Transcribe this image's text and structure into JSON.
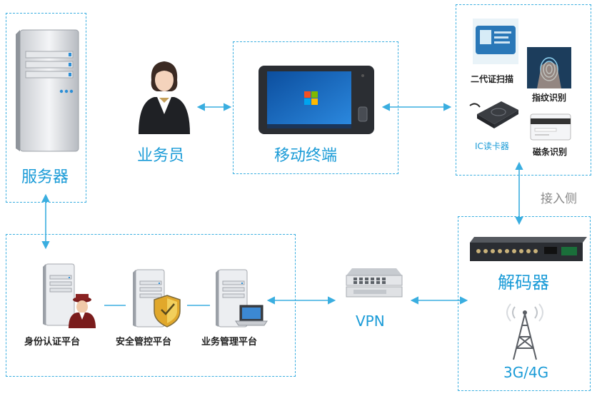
{
  "labels": {
    "server": "服务器",
    "staff": "业务员",
    "mobile_terminal": "移动终端",
    "id_scan": "二代证扫描",
    "fingerprint": "指纹识别",
    "ic_reader": "IC读卡器",
    "magstripe": "磁条识别",
    "access_side": "接入侧",
    "decoder": "解码器",
    "network": "3G/4G",
    "vpn": "VPN",
    "identity_platform": "身份认证平台",
    "security_platform": "安全管控平台",
    "business_platform": "业务管理平台"
  },
  "colors": {
    "accent": "#1a9bd7",
    "dashed_border": "#3aaee0",
    "grey_label": "#888888",
    "dark_label": "#222222"
  },
  "icons": [
    "server-icon",
    "staff-person-icon",
    "tablet-terminal-icon",
    "id-card-icon",
    "fingerprint-icon",
    "card-reader-icon",
    "magstripe-card-icon",
    "decoder-device-icon",
    "cell-tower-icon",
    "network-switch-icon",
    "identity-server-icon",
    "security-server-icon",
    "business-server-icon"
  ]
}
